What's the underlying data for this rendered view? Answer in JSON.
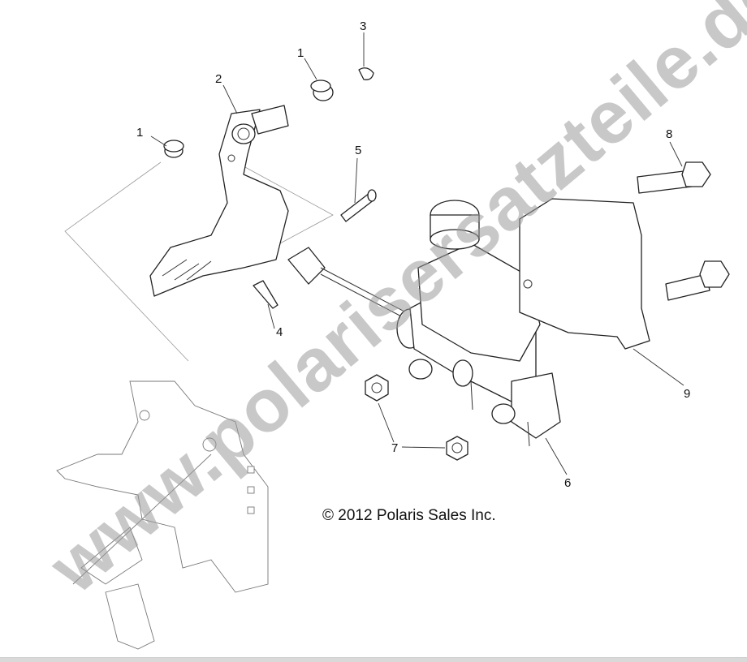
{
  "diagram": {
    "copyright": "© 2012 Polaris Sales Inc.",
    "watermark": "www.polarisersatzteile.de",
    "callouts": [
      {
        "id": "1a",
        "label": "1"
      },
      {
        "id": "1b",
        "label": "1"
      },
      {
        "id": "2",
        "label": "2"
      },
      {
        "id": "3",
        "label": "3"
      },
      {
        "id": "4",
        "label": "4"
      },
      {
        "id": "5",
        "label": "5"
      },
      {
        "id": "6",
        "label": "6"
      },
      {
        "id": "7",
        "label": "7"
      },
      {
        "id": "8",
        "label": "8"
      },
      {
        "id": "9",
        "label": "9"
      }
    ],
    "colors": {
      "line": "#222222",
      "watermark": "#9a9a9a",
      "background": "#ffffff"
    }
  }
}
